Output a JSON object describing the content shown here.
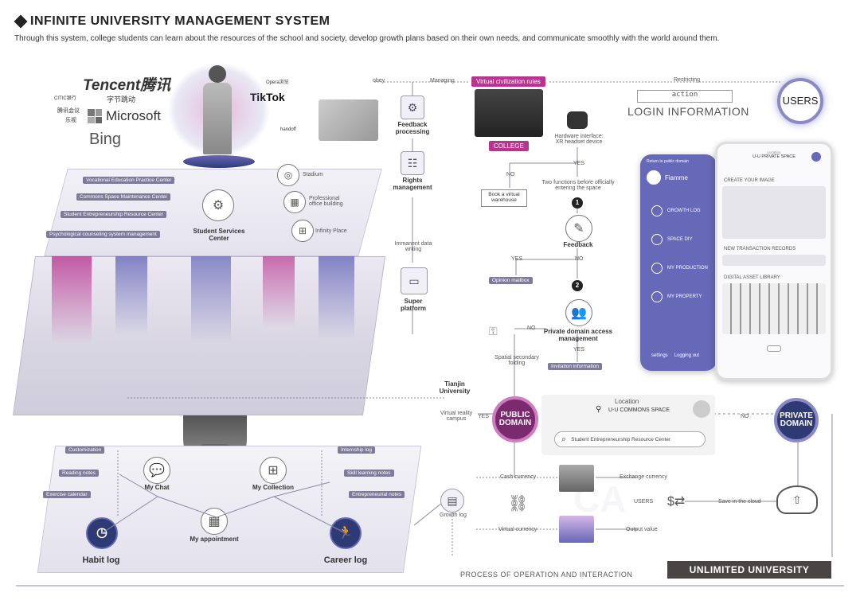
{
  "header": {
    "title": "INFINITE UNIVERSITY MANAGEMENT SYSTEM",
    "subtitle": "Through this system, college students can learn about the resources of the school and society, develop growth plans based on their own needs, and communicate smoothly with the world around them."
  },
  "logos": {
    "tencent": "Tencent腾讯",
    "microsoft": "Microsoft",
    "bing": "Bing",
    "tiktok": "TikTok",
    "huawei": "handoff",
    "bytedance": "字节跳动",
    "opera": "Opera浏览",
    "misc1": "腾讯会议",
    "misc2": "乐视",
    "citic": "CITIC银行"
  },
  "top_plate": {
    "tags": [
      "Vocational Education Practice Center",
      "Commons Space Maintenance Center",
      "Student Entrepreneurship Resource Center",
      "Psychological counseling system management"
    ],
    "center_label": "Student Services Center",
    "stadium": "Stadium",
    "office": "Professional office building",
    "infinity": "Infinity Place"
  },
  "bottom_plate": {
    "left_tags": [
      "Customization",
      "Reading notes",
      "Exercise calendar"
    ],
    "right_tags": [
      "Internship log",
      "Skill learning notes",
      "Entrepreneurial notes"
    ],
    "my_chat": "My Chat",
    "my_collection": "My Collection",
    "my_appointment": "My appointment",
    "habit_log": "Habit log",
    "career_log": "Career log"
  },
  "flow": {
    "obey": "obey",
    "managing": "Managing",
    "virtual_rules": "Virtual civilization rules",
    "restricting": "Restricting",
    "action": "action",
    "login": "LOGIN INFORMATION",
    "users": "USERS",
    "college": "COLLEGE",
    "hardware": "Hardware interface: XR headset device",
    "feedback_processing": "Feedback processing",
    "rights_management": "Rights management",
    "immanent": "Immanent data writing",
    "super_platform": "Super platform",
    "yes": "YES",
    "no": "NO",
    "book_warehouse": "Book a virtual warehouse",
    "two_functions": "Two functions before officially entering the space",
    "feedback": "Feedback",
    "opinion_mailbox": "Opinion mailbox",
    "private_access": "Private domain access management",
    "invitation": "Invitation information",
    "spatial_folding": "Spatial secondary folding",
    "tianjin": "Tianjin University",
    "vr_campus": "Virtual reality campus",
    "public_domain": "PUBLIC DOMAIN",
    "private_domain": "PRIVATE DOMAIN",
    "location_label": "Location",
    "location_value": "U-U COMMONS SPACE",
    "search_text": "Student Entrepreneurship Resource Center",
    "growth_log": "Growth log",
    "cash_currency": "Cash currency",
    "virtual_currency": "Virtual currency",
    "exchange_currency": "Exchange currency",
    "users_small": "USERS",
    "save_cloud": "Save in the cloud",
    "output_value": "Output value",
    "step1": "1",
    "step2": "2"
  },
  "phone_left": {
    "back": "Return to public domain",
    "name": "Fiamme",
    "menu": [
      "GROWTH LOG",
      "SPACE DIY",
      "MY PRODUCTION",
      "MY PROPERTY"
    ],
    "settings": "settings",
    "logging_out": "Logging out"
  },
  "phone_right": {
    "location_small": "Location",
    "space": "U-U PRIVATE SPACE",
    "create_image": "CREATE YOUR IMAGE",
    "new_transaction": "NEW TRANSACTION RECORDS",
    "digital_asset": "DIGITAL ASSET LIBRARY"
  },
  "footer": {
    "process": "PROCESS  OF  OPERATION  AND  INTERACTION",
    "brand": "UNLIMITED UNIVERSITY"
  },
  "colors": {
    "purple": "#6668b8",
    "magenta": "#b6368f",
    "navy": "#2e3a74",
    "dark": "#4a4545"
  }
}
